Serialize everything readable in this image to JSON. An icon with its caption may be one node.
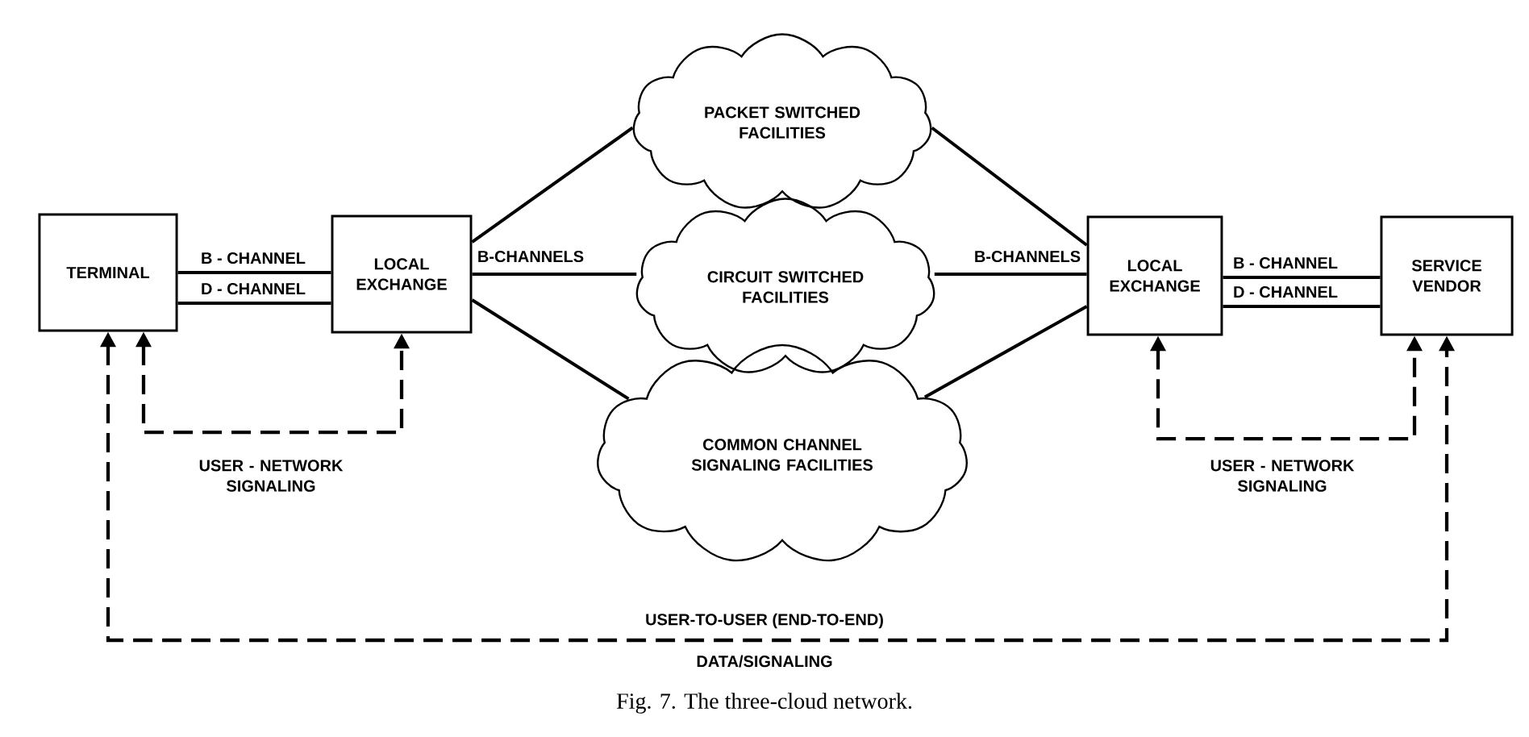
{
  "diagram": {
    "caption": "Fig. 7.   The three-cloud network.",
    "nodes": [
      {
        "text": [
          "TERMINAL"
        ]
      },
      {
        "text": [
          "LOCAL EXCHANGE"
        ]
      },
      {
        "text": [
          "PACKET SWITCHED FACILITIES"
        ]
      },
      {
        "text": [
          "CIRCUIT SWITCHED FACILITIES"
        ]
      },
      {
        "text": [
          "COMMON CHANNEL SIGNALING FACILITIES"
        ]
      },
      {
        "text": [
          "LOCAL EXCHANGE"
        ]
      },
      {
        "text": [
          "SERVICE VENDOR"
        ]
      }
    ],
    "edges": [
      {
        "from": 0,
        "to": 1,
        "arrow": "none",
        "label": "B - CHANNEL"
      },
      {
        "from": 0,
        "to": 1,
        "arrow": "none",
        "label": "D - CHANNEL"
      },
      {
        "from": 1,
        "to": 2,
        "arrow": "none"
      },
      {
        "from": 1,
        "to": 3,
        "arrow": "none",
        "label": "B-CHANNELS"
      },
      {
        "from": 1,
        "to": 4,
        "arrow": "none"
      },
      {
        "from": 2,
        "to": 5,
        "arrow": "none"
      },
      {
        "from": 3,
        "to": 5,
        "arrow": "none",
        "label": "B-CHANNELS"
      },
      {
        "from": 4,
        "to": 5,
        "arrow": "none"
      },
      {
        "from": 5,
        "to": 6,
        "arrow": "none",
        "label": "B - CHANNEL"
      },
      {
        "from": 5,
        "to": 6,
        "arrow": "none",
        "label": "D - CHANNEL"
      },
      {
        "from": 0,
        "to": 1,
        "arrow": "both",
        "style": "dashed",
        "label": "USER - NETWORK SIGNALING"
      },
      {
        "from": 5,
        "to": 6,
        "arrow": "both",
        "style": "dashed",
        "label": "USER - NETWORK SIGNALING"
      },
      {
        "from": 0,
        "to": 6,
        "arrow": "both",
        "style": "dashed",
        "label": "USER-TO-USER (END-TO-END)"
      }
    ],
    "labels": [
      "DATA/SIGNALING"
    ]
  }
}
